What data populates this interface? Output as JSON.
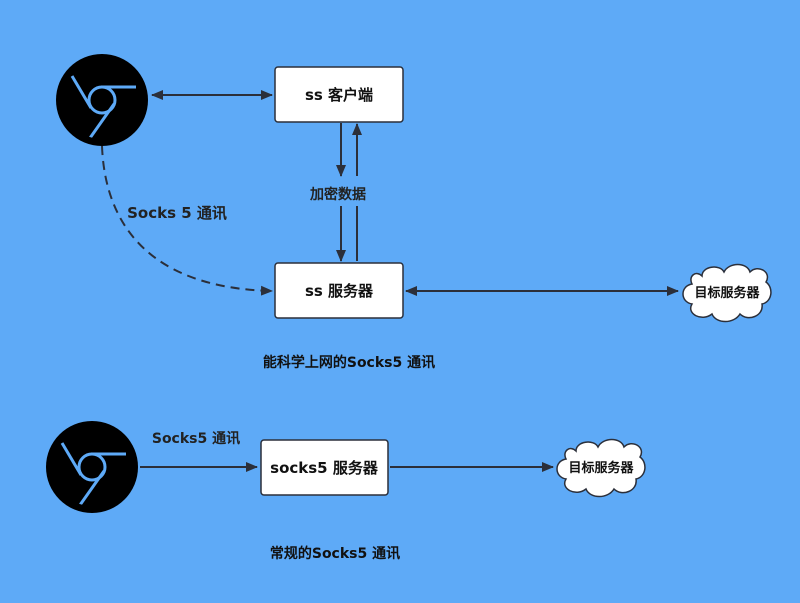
{
  "diagram": {
    "top": {
      "ss_client_label": "ss 客户端",
      "ss_server_label": "ss 服务器",
      "encrypt_label": "加密数据",
      "socks_label": "Socks 5 通讯",
      "target_label": "目标服务器",
      "caption": "能科学上网的Socks5 通讯"
    },
    "bottom": {
      "socks5_server_label": "socks5 服务器",
      "socks_label": "Socks5 通讯",
      "target_label": "目标服务器",
      "caption": "常规的Socks5 通讯"
    }
  },
  "colors": {
    "background": "#5eaaf7",
    "browser_icon": "#000000",
    "browser_stroke": "#5eaaf7",
    "box_fill": "#ffffff",
    "line": "#2b2f3a"
  },
  "icons": [
    "chrome-icon",
    "cloud-icon"
  ]
}
